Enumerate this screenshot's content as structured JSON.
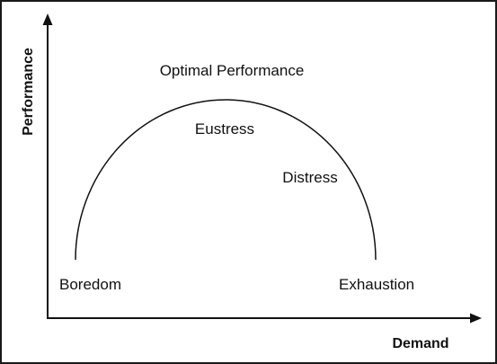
{
  "diagram": {
    "axes": {
      "x_label": "Demand",
      "y_label": "Performance"
    },
    "regions": {
      "optimal": "Optimal Performance",
      "eustress": "Eustress",
      "distress": "Distress",
      "boredom": "Boredom",
      "exhaustion": "Exhaustion"
    },
    "curve": {
      "shape": "inverted-u"
    }
  }
}
